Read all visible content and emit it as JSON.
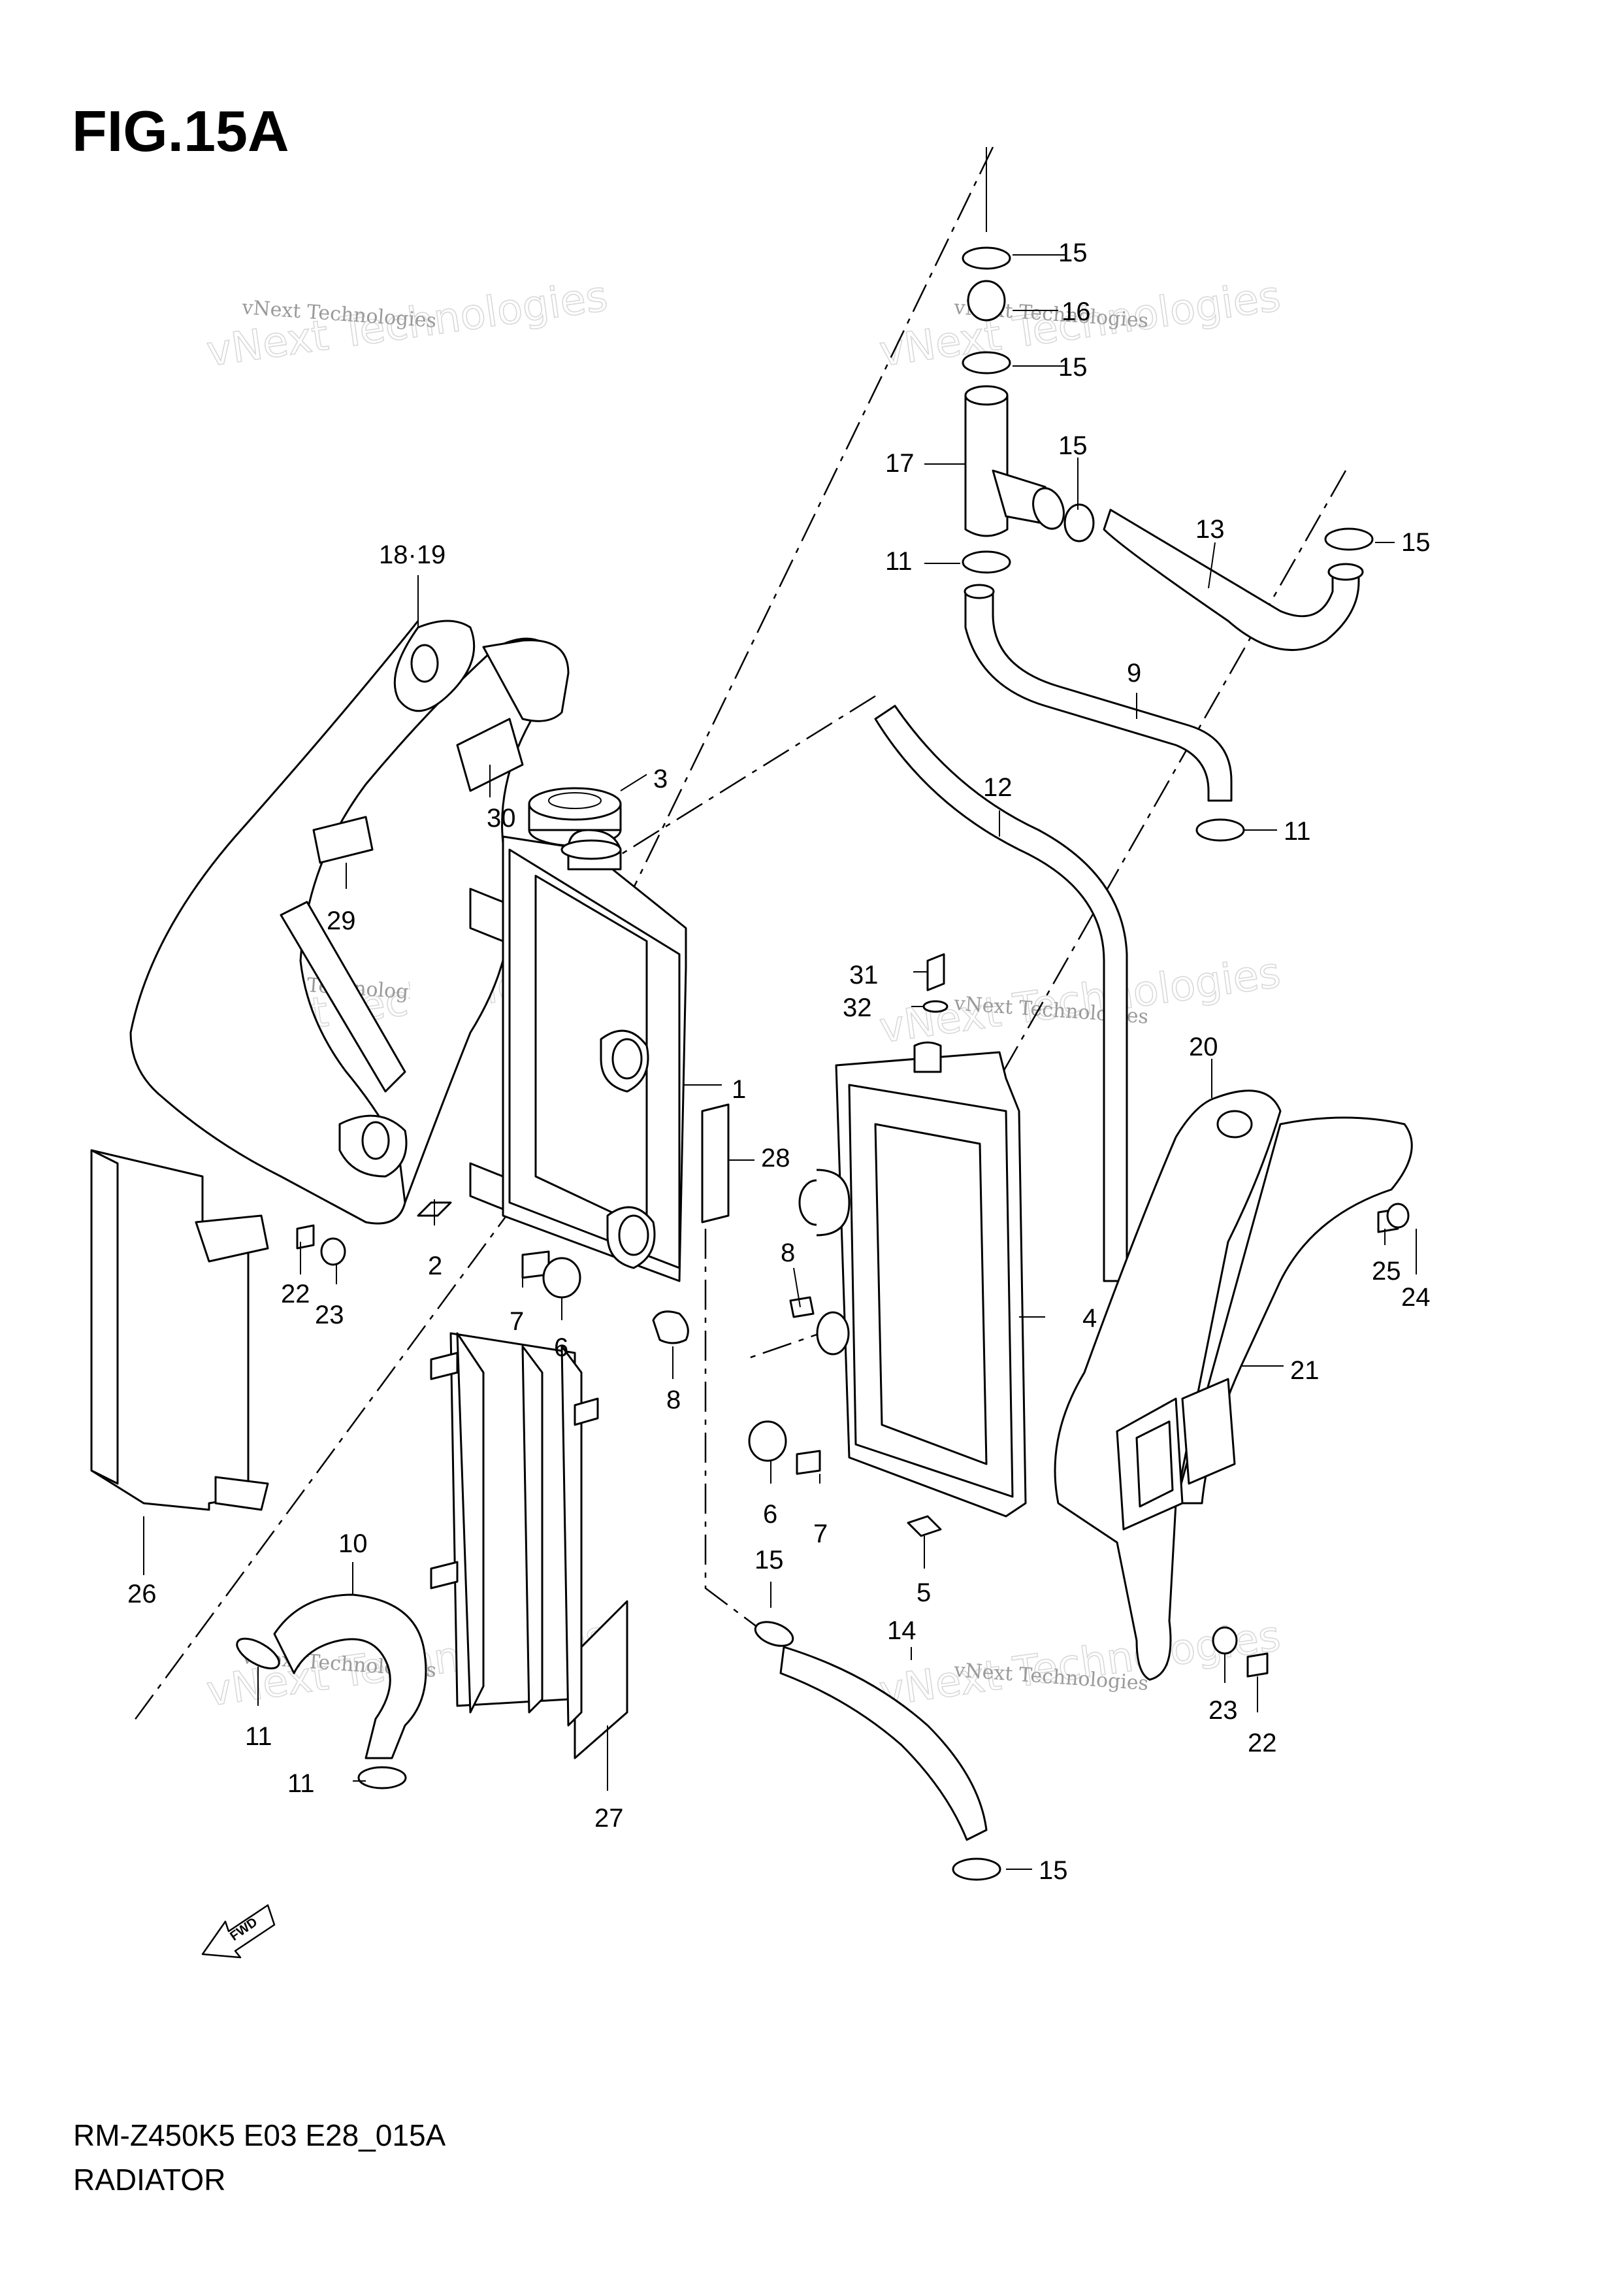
{
  "figure_title": "FIG.15A",
  "model_code": "RM-Z450K5 E03 E28_015A",
  "assembly_name": "RADIATOR",
  "direction_label": "FWD",
  "watermark_small": "vNext Technologies",
  "watermark_large": "vNext Technologies",
  "part_labels": {
    "p1": "1",
    "p2": "2",
    "p3": "3",
    "p4": "4",
    "p5": "5",
    "p6": "6",
    "p7": "7",
    "p8": "8",
    "p9": "9",
    "p10": "10",
    "p11": "11",
    "p12": "12",
    "p13": "13",
    "p14": "14",
    "p15": "15",
    "p16": "16",
    "p17": "17",
    "p18_19": "18·19",
    "p20": "20",
    "p21": "21",
    "p22": "22",
    "p23": "23",
    "p24": "24",
    "p25": "25",
    "p26": "26",
    "p27": "27",
    "p28": "28",
    "p29": "29",
    "p30": "30",
    "p31": "31",
    "p32": "32"
  }
}
